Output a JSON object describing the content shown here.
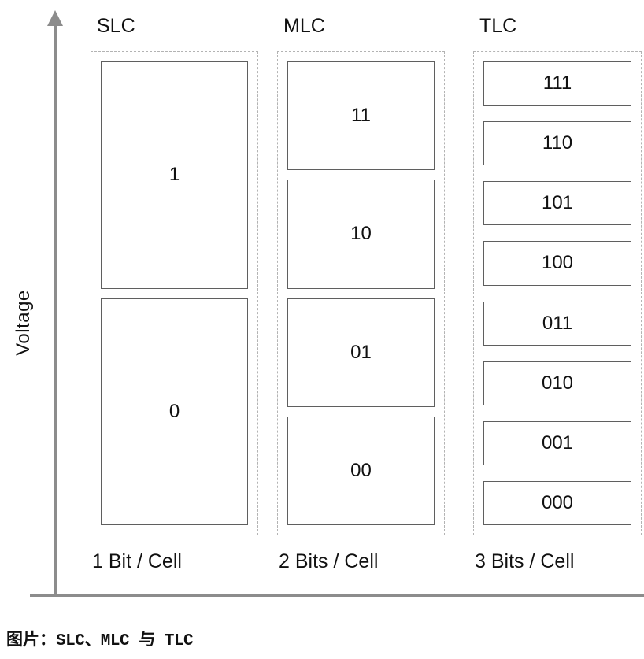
{
  "axis": {
    "y_label": "Voltage"
  },
  "columns": [
    {
      "name": "SLC",
      "bits_label": "1 Bit / Cell",
      "cells": [
        "1",
        "0"
      ]
    },
    {
      "name": "MLC",
      "bits_label": "2 Bits / Cell",
      "cells": [
        "11",
        "10",
        "01",
        "00"
      ]
    },
    {
      "name": "TLC",
      "bits_label": "3 Bits / Cell",
      "cells": [
        "111",
        "110",
        "101",
        "100",
        "011",
        "010",
        "001",
        "000"
      ]
    }
  ],
  "caption": {
    "prefix": "图片：",
    "subject": "SLC、MLC 与 TLC"
  },
  "colors": {
    "axis": "#8c8c8c",
    "cell_border": "#5f5f5f",
    "container_border": "#b3b3b3",
    "text": "#111111",
    "background": "#ffffff"
  }
}
